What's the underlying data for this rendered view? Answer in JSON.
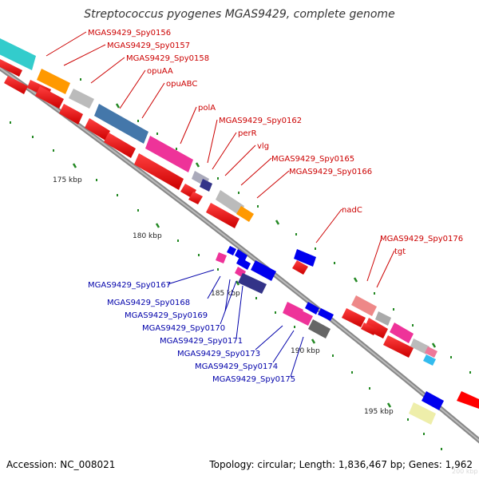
{
  "title": "Streptococcus pyogenes MGAS9429, complete genome",
  "accession": "Accession: NC_008021",
  "topology": "Topology: circular; Length: 1,836,467 bp; Genes: 1,962",
  "watermark": "200 kbp",
  "ticks": [
    "175 kbp",
    "180 kbp",
    "185 kbp",
    "190 kbp",
    "195 kbp"
  ],
  "gene_labels_top": [
    "MGAS9429_Spy0156",
    "MGAS9429_Spy0157",
    "MGAS9429_Spy0158",
    "opuAA",
    "opuABC",
    "polA",
    "MGAS9429_Spy0162",
    "perR",
    "vlg",
    "MGAS9429_Spy0165",
    "MGAS9429_Spy0166",
    "nadC",
    "MGAS9429_Spy0176",
    "tgt"
  ],
  "gene_labels_bottom": [
    "MGAS9429_Spy0167",
    "MGAS9429_Spy0168",
    "MGAS9429_Spy0169",
    "MGAS9429_Spy0170",
    "MGAS9429_Spy0171",
    "MGAS9429_Spy0173",
    "MGAS9429_Spy0174",
    "MGAS9429_Spy0175"
  ],
  "colors": {
    "forward_label": "#cc0000",
    "reverse_label": "#0000aa",
    "cds": "#ff0000",
    "backbone": "#888888",
    "tick_mark": "#228822"
  }
}
